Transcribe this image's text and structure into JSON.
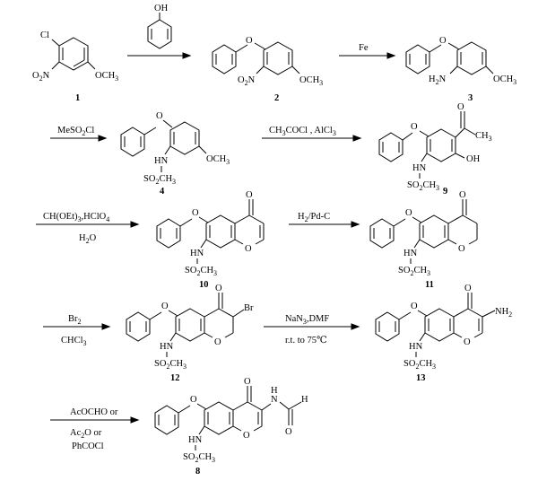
{
  "labels": {
    "phenol_oh": "OH",
    "cl": "Cl",
    "no2": "O2N",
    "no2_b": "N",
    "och3": "OCH3",
    "h2n": "H2N",
    "hn": "HN",
    "so2ch3": "SO2CH3",
    "ch3": "CH3",
    "oh": "OH",
    "o": "O",
    "br": "Br",
    "nh2": "NH2",
    "n": "N",
    "h": "H"
  },
  "conditions": {
    "step1": "",
    "step2": "Fe",
    "step3": "MeSO2Cl",
    "step4": "CH3COCl , AlCl3",
    "step5_top": "CH(OEt)3,HClO4",
    "step5_bottom": "H2O",
    "step6": "H2/Pd-C",
    "step7_top": "Br2",
    "step7_bottom": "CHCl3",
    "step8_top": "NaN3,DMF",
    "step8_bottom": "r.t. to 75℃",
    "step9_a": "AcOCHO  or",
    "step9_b": "Ac2O  or",
    "step9_c": "PhCOCl"
  },
  "compounds": [
    "1",
    "2",
    "3",
    "4",
    "9",
    "10",
    "11",
    "12",
    "13",
    "8"
  ]
}
